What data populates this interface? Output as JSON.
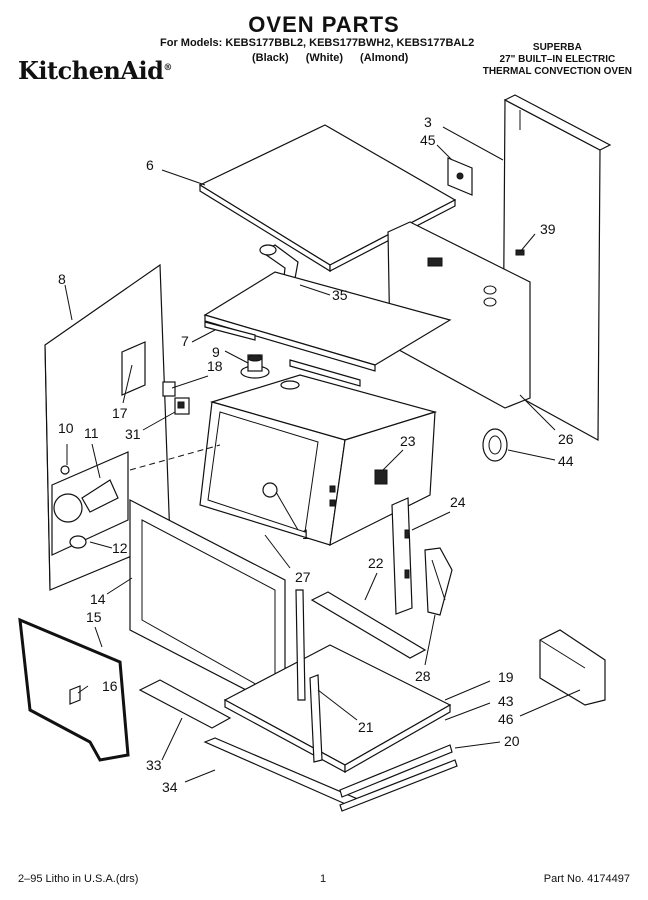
{
  "header": {
    "title": "OVEN PARTS",
    "models_line": "For Models: KEBS177BBL2, KEBS177BWH2, KEBS177BAL2",
    "colors_line": "(Black) (White) (Almond)",
    "brand": "KitchenAid",
    "brand_mark": "®",
    "product": [
      "SUPERBA",
      "27\" BUILT–IN ELECTRIC",
      "THERMAL CONVECTION OVEN"
    ]
  },
  "callouts": [
    "6",
    "3",
    "45",
    "39",
    "35",
    "7",
    "8",
    "9",
    "18",
    "17",
    "31",
    "10",
    "11",
    "23",
    "26",
    "44",
    "24",
    "1",
    "12",
    "27",
    "22",
    "14",
    "15",
    "16",
    "28",
    "19",
    "43",
    "46",
    "21",
    "33",
    "20",
    "34"
  ],
  "footer": {
    "print_info": "2–95 Litho in U.S.A.(drs)",
    "page_number": "1",
    "part_number": "Part No. 4174497"
  }
}
